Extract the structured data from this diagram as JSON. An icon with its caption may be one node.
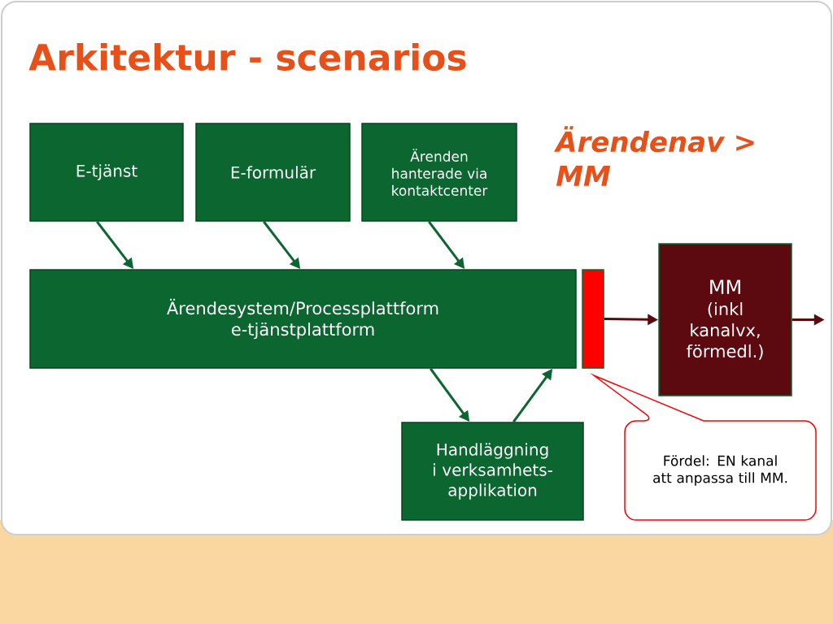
{
  "diagram": {
    "title": "Arkitektur - scenarios",
    "nodes": [
      {
        "text": [
          "E-tjänst"
        ]
      },
      {
        "text": [
          "E-formulär"
        ]
      },
      {
        "text": [
          "Ärenden hanterade via kontaktcenter"
        ]
      },
      {
        "text": [
          "Ärendesystem/Processplattform e-tjänstplattform"
        ]
      },
      {
        "text": [],
        "shape": "bar"
      },
      {
        "text": [
          "MM",
          "(inkl kanalvx, förmedl.)"
        ]
      },
      {
        "text": [
          "Handläggning i verksamhets- applikation"
        ]
      },
      {
        "text": [
          "Fördel: EN kanal att anpassa till MM."
        ]
      }
    ],
    "edges": [
      {
        "from": 0,
        "to": 3,
        "arrow": "to"
      },
      {
        "from": 1,
        "to": 3,
        "arrow": "to"
      },
      {
        "from": 2,
        "to": 3,
        "arrow": "to"
      },
      {
        "from": 3,
        "to": 6,
        "arrow": "to"
      },
      {
        "from": 6,
        "to": 3,
        "arrow": "to"
      },
      {
        "from": 4,
        "to": 5,
        "arrow": "to",
        "color": "#5c0a10"
      },
      {
        "from": 5,
        "to": null,
        "arrow": "to",
        "color": "#5c0a10"
      }
    ],
    "labels": [
      "Ärendenav > MM"
    ]
  }
}
